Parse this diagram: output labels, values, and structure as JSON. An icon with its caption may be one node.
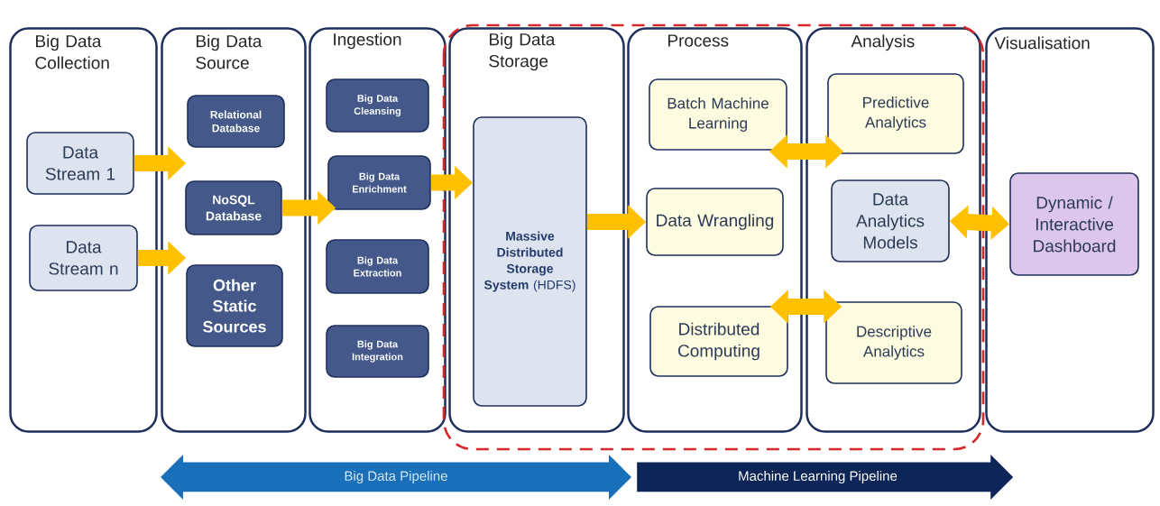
{
  "diagram": {
    "nodes": [
      {
        "text": [
          "Big Data Collection"
        ]
      },
      {
        "text": [
          "Data Stream 1"
        ],
        "in": 0
      },
      {
        "text": [
          "Data Stream n"
        ],
        "in": 0
      },
      {
        "text": [
          "Big Data Source"
        ]
      },
      {
        "text": [
          "Relational Database"
        ],
        "in": 3
      },
      {
        "text": [
          "NoSQL Database"
        ],
        "in": 3
      },
      {
        "text": [
          "Other Static Sources"
        ],
        "in": 3
      },
      {
        "text": [
          "Ingestion"
        ]
      },
      {
        "text": [
          "Big Data Cleansing"
        ],
        "in": 7
      },
      {
        "text": [
          "Big Data Enrichment"
        ],
        "in": 7
      },
      {
        "text": [
          "Big Data Extraction"
        ],
        "in": 7
      },
      {
        "text": [
          "Big Data Integration"
        ],
        "in": 7
      },
      {
        "text": [
          "Big Data Storage"
        ]
      },
      {
        "text": [
          "**Massive Distributed Storage System** (HDFS)"
        ],
        "in": 12
      },
      {
        "text": [
          "Process"
        ]
      },
      {
        "text": [
          "Batch Machine Learning"
        ],
        "in": 14
      },
      {
        "text": [
          "Data Wrangling"
        ],
        "in": 14
      },
      {
        "text": [
          "Distributed Computing"
        ],
        "in": 14
      },
      {
        "text": [
          "Analysis"
        ]
      },
      {
        "text": [
          "Predictive Analytics"
        ],
        "in": 18
      },
      {
        "text": [
          "Data Analytics Models"
        ],
        "in": 18
      },
      {
        "text": [
          "Descriptive Analytics"
        ],
        "in": 18
      },
      {
        "text": [
          "Visualisation"
        ]
      },
      {
        "text": [
          "Dynamic / Interactive Dashboard"
        ],
        "in": 22
      },
      {
        "text": [
          "Big Data Pipeline"
        ]
      },
      {
        "text": [
          "Machine Learning Pipeline"
        ]
      }
    ],
    "edges": [
      {
        "from": 1,
        "to": 3,
        "arrow": "to"
      },
      {
        "from": 2,
        "to": 3,
        "arrow": "to"
      },
      {
        "from": 5,
        "to": 7,
        "arrow": "to"
      },
      {
        "from": 9,
        "to": 13,
        "arrow": "to"
      },
      {
        "from": 13,
        "to": 16,
        "arrow": "to"
      },
      {
        "from": 15,
        "to": 19,
        "arrow": "both"
      },
      {
        "from": 17,
        "to": 21,
        "arrow": "both"
      },
      {
        "from": 20,
        "to": 23,
        "arrow": "both"
      }
    ]
  }
}
